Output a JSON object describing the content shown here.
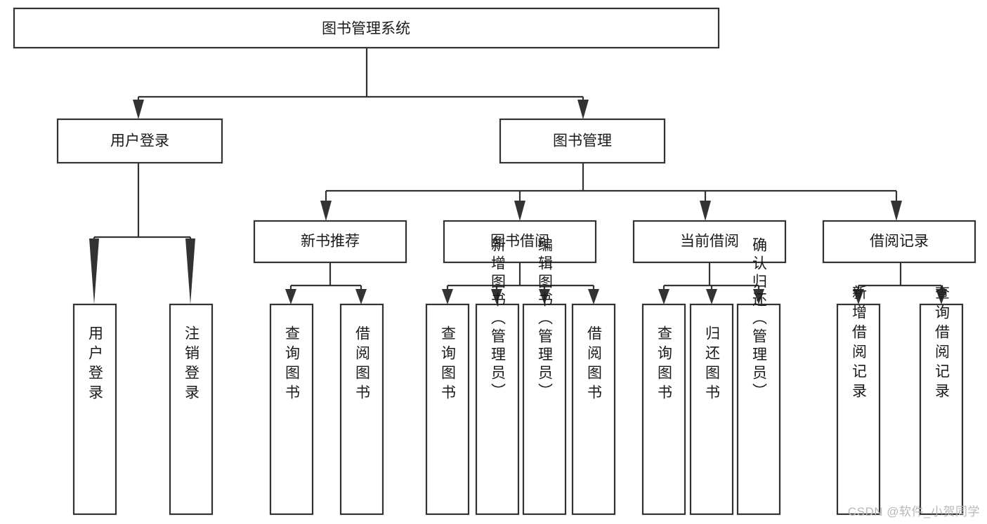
{
  "diagram": {
    "title": "图书管理系统",
    "type": "tree",
    "orientation": "top-down",
    "colors": {
      "box_fill": "#ffffff",
      "box_stroke": "#333333",
      "text": "#1a1a1a",
      "background": "#ffffff",
      "watermark": "#b8b8b8"
    },
    "nodes": {
      "root": {
        "label": "图书管理系统",
        "level": 1,
        "orientation": "horizontal"
      },
      "l2": [
        {
          "id": "user-login",
          "label": "用户登录",
          "level": 2,
          "orientation": "horizontal"
        },
        {
          "id": "book-management",
          "label": "图书管理",
          "level": 2,
          "orientation": "horizontal"
        }
      ],
      "l3": [
        {
          "id": "new-book-recommend",
          "label": "新书推荐",
          "level": 3,
          "orientation": "horizontal",
          "parent": "book-management"
        },
        {
          "id": "book-borrow",
          "label": "图书借阅",
          "level": 3,
          "orientation": "horizontal",
          "parent": "book-management"
        },
        {
          "id": "current-borrow",
          "label": "当前借阅",
          "level": 3,
          "orientation": "horizontal",
          "parent": "book-management"
        },
        {
          "id": "borrow-record",
          "label": "借阅记录",
          "level": 3,
          "orientation": "horizontal",
          "parent": "book-management"
        }
      ],
      "leaves": [
        {
          "id": "leaf-user-login",
          "label": "用户登录",
          "orientation": "vertical",
          "parent": "user-login"
        },
        {
          "id": "leaf-user-logout",
          "label": "注销登录",
          "orientation": "vertical",
          "parent": "user-login"
        },
        {
          "id": "leaf-query-book-1",
          "label": "查询图书",
          "orientation": "vertical",
          "parent": "new-book-recommend"
        },
        {
          "id": "leaf-borrow-book-1",
          "label": "借阅图书",
          "orientation": "vertical",
          "parent": "new-book-recommend"
        },
        {
          "id": "leaf-query-book-2",
          "label": "查询图书",
          "orientation": "vertical",
          "parent": "book-borrow"
        },
        {
          "id": "leaf-add-book",
          "label": "新增图书（管理员）",
          "orientation": "vertical",
          "parent": "book-borrow"
        },
        {
          "id": "leaf-edit-book",
          "label": "编辑图书（管理员）",
          "orientation": "vertical",
          "parent": "book-borrow"
        },
        {
          "id": "leaf-borrow-book-2",
          "label": "借阅图书",
          "orientation": "vertical",
          "parent": "book-borrow"
        },
        {
          "id": "leaf-query-book-3",
          "label": "查询图书",
          "orientation": "vertical",
          "parent": "current-borrow"
        },
        {
          "id": "leaf-return-book",
          "label": "归还图书",
          "orientation": "vertical",
          "parent": "current-borrow"
        },
        {
          "id": "leaf-confirm-return",
          "label": "确认归还（管理员）",
          "orientation": "vertical",
          "parent": "current-borrow"
        },
        {
          "id": "leaf-add-record",
          "label": "新增借阅记录",
          "orientation": "vertical",
          "parent": "borrow-record"
        },
        {
          "id": "leaf-query-record",
          "label": "查询借阅记录",
          "orientation": "vertical",
          "parent": "borrow-record"
        }
      ]
    }
  },
  "watermark": {
    "text": "CSDN @软件_小贺同学"
  }
}
